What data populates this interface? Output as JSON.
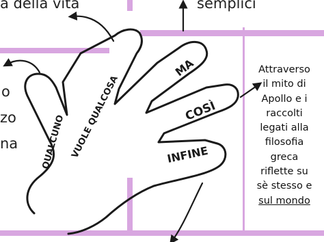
{
  "colors": {
    "accent": "#d8a6e0",
    "ink": "#1a1a1a"
  },
  "fragments": {
    "top_left": "a della vita",
    "top_right": "semplici",
    "left_o": "o",
    "left_zo": "zo",
    "left_na": "na"
  },
  "fingers": {
    "pinky": "QUALCUNO",
    "ring": "VUOLE QUALCOSA",
    "middle": "MA",
    "index": "COSÌ",
    "thumb": "INFINE"
  },
  "side_text": {
    "lines": [
      "Attraverso",
      "il mito di",
      "Apollo e i",
      "raccolti",
      "legati alla",
      "filosofia",
      "greca",
      "riflette su",
      "sè stesso e",
      "sul mondo"
    ]
  }
}
